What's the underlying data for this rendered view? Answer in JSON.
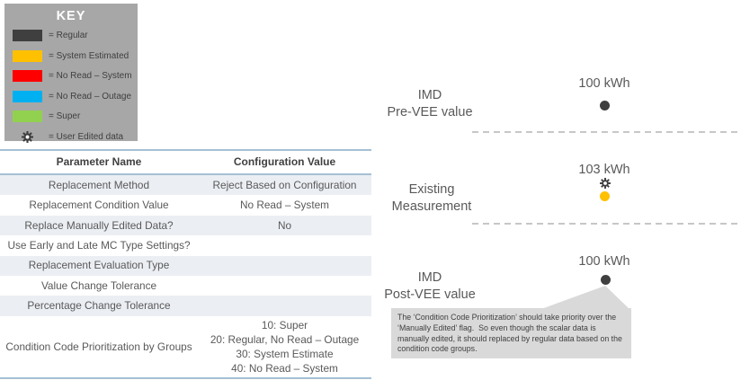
{
  "colors": {
    "regular": "#3f3f3f",
    "system_estimated": "#ffc000",
    "no_read_system": "#ff0000",
    "no_read_outage": "#00b0f0",
    "super": "#92d050",
    "key_panel_bg": "#a7a7a7",
    "callout_bg": "#d9d9d9",
    "table_stripe": "#ebeef3",
    "table_rule": "#a5c0d5"
  },
  "key": {
    "title": "KEY",
    "items": [
      {
        "label": "= Regular",
        "color": "#3f3f3f"
      },
      {
        "label": "= System Estimated",
        "color": "#ffc000"
      },
      {
        "label": "= No Read – System",
        "color": "#ff0000"
      },
      {
        "label": "= No Read – Outage",
        "color": "#00b0f0"
      },
      {
        "label": "= Super",
        "color": "#92d050"
      },
      {
        "label": "= User Edited data",
        "icon": "gear-icon"
      }
    ]
  },
  "table": {
    "headers": [
      "Parameter Name",
      "Configuration Value"
    ],
    "rows": [
      {
        "name": "Replacement Method",
        "value": "Reject Based on Configuration"
      },
      {
        "name": "Replacement Condition Value",
        "value": "No Read – System"
      },
      {
        "name": "Replace Manually Edited Data?",
        "value": "No"
      },
      {
        "name": "Use Early and Late MC Type Settings?",
        "value": ""
      },
      {
        "name": "Replacement Evaluation Type",
        "value": ""
      },
      {
        "name": "Value Change Tolerance",
        "value": ""
      },
      {
        "name": "Percentage Change Tolerance",
        "value": ""
      },
      {
        "name": "Condition Code Prioritization by Groups",
        "value": "10: Super\n20: Regular, No Read – Outage\n30: System Estimate\n40: No Read – System"
      }
    ]
  },
  "diagram": {
    "sections": [
      {
        "label": "IMD\nPre-VEE value",
        "value": "100 kWh",
        "marker": "regular"
      },
      {
        "label": "Existing\nMeasurement",
        "value": "103 kWh",
        "marker": "system_estimated",
        "user_edited": true
      },
      {
        "label": "IMD\nPost-VEE value",
        "value": "100 kWh",
        "marker": "regular"
      }
    ],
    "callout_text": "The ‘Condition Code Prioritization’ should take priority over the ‘Manually Edited’ flag.  So even though the scalar data is manually edited, it should replaced by regular data based on the condition code groups."
  }
}
